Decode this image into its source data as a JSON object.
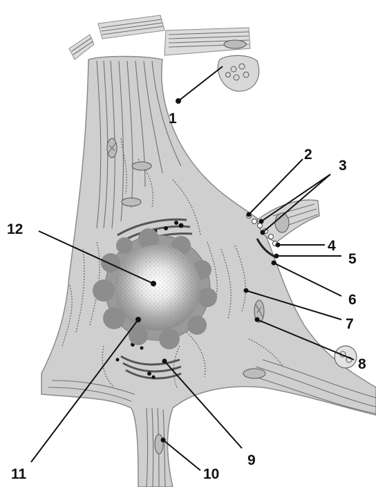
{
  "labels": [
    {
      "id": "1",
      "text": "1"
    },
    {
      "id": "2",
      "text": "2"
    },
    {
      "id": "3",
      "text": "3"
    },
    {
      "id": "4",
      "text": "4"
    },
    {
      "id": "5",
      "text": "5"
    },
    {
      "id": "6",
      "text": "6"
    },
    {
      "id": "7",
      "text": "7"
    },
    {
      "id": "8",
      "text": "8"
    },
    {
      "id": "9",
      "text": "9"
    },
    {
      "id": "10",
      "text": "10"
    },
    {
      "id": "11",
      "text": "11"
    },
    {
      "id": "12",
      "text": "12"
    }
  ],
  "colors": {
    "background": "#ffffff",
    "cytoplasm": "#cfcfcf",
    "membrane": "#8a8a8a",
    "nucleus_core": "#ffffff",
    "ink": "#111111"
  }
}
